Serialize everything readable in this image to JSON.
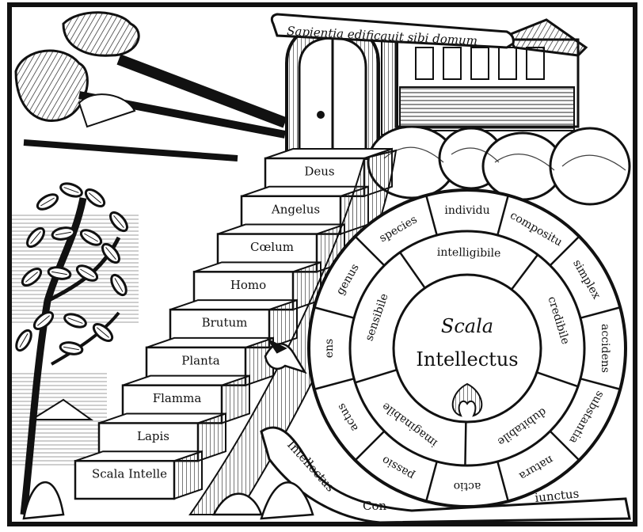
{
  "banner_motto": "Sapientia edificauit sibi domum",
  "steps": [
    {
      "label": "Deus"
    },
    {
      "label": "Angelus"
    },
    {
      "label": "Cœlum"
    },
    {
      "label": "Homo"
    },
    {
      "label": "Brutum"
    },
    {
      "label": "Planta"
    },
    {
      "label": "Flamma"
    },
    {
      "label": "Lapis"
    },
    {
      "label": "Scala Intelle"
    }
  ],
  "wheel": {
    "center_line1": "Scala",
    "center_line2": "Intellectus",
    "inner_ring": [
      "intelligibile",
      "credibile",
      "dubitabile",
      "imaginabile",
      "sensibile"
    ],
    "outer_ring": [
      "individu",
      "compositu",
      "simplex",
      "accidens",
      "substantia",
      "natura",
      "actio",
      "passio",
      "actus",
      "ens",
      "genus",
      "species"
    ]
  },
  "bottom_banner": {
    "left": "Intellectus",
    "middle": "Con",
    "right": "iunctus"
  },
  "colors": {
    "ink": "#111111",
    "paper": "#ffffff"
  }
}
